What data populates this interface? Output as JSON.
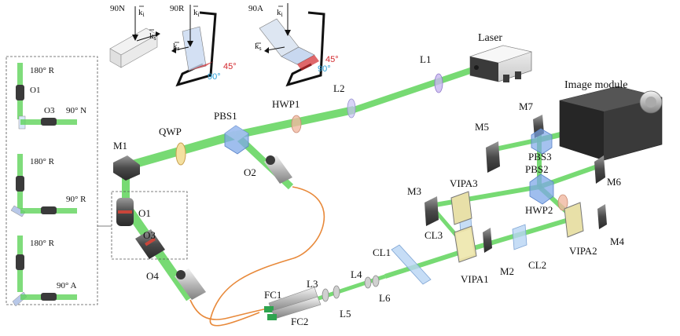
{
  "labels": {
    "laser": "Laser",
    "image_module": "Image module",
    "l1": "L1",
    "l2": "L2",
    "hwp1": "HWP1",
    "pbs1": "PBS1",
    "qwp": "QWP",
    "m1": "M1",
    "o1": "O1",
    "o2": "O2",
    "o3": "O3",
    "o4": "O4",
    "m5": "M5",
    "m7": "M7",
    "pbs3": "PBS3",
    "pbs2": "PBS2",
    "m6": "M6",
    "m3": "M3",
    "vipa3": "VIPA3",
    "hwp2": "HWP2",
    "cl3": "CL3",
    "m4": "M4",
    "vipa2": "VIPA2",
    "cl1": "CL1",
    "cl2": "CL2",
    "m2": "M2",
    "vipa1": "VIPA1",
    "l3": "L3",
    "l4": "L4",
    "l5": "L5",
    "l6": "L6",
    "fc1": "FC1",
    "fc2": "FC2"
  },
  "insets": {
    "geom_90n": "90N",
    "geom_90r": "90R",
    "geom_90a": "90A",
    "ki": "k",
    "ki_sub": "i",
    "ks": "k",
    "ks_sub": "s",
    "angle_45": "45°",
    "angle_90": "90°"
  },
  "side_panel": {
    "r180_1": "180° R",
    "o1": "O1",
    "o3": "O3",
    "n90": "90° N",
    "r180_2": "180° R",
    "r90": "90° R",
    "r180_3": "180° R",
    "a90": "90° A"
  },
  "colors": {
    "beam": "#5fd35a",
    "fiber": "#e8893a",
    "pbs": "#7fa8e8",
    "angle_red": "#d2262b",
    "angle_blue": "#2a9fd6"
  }
}
